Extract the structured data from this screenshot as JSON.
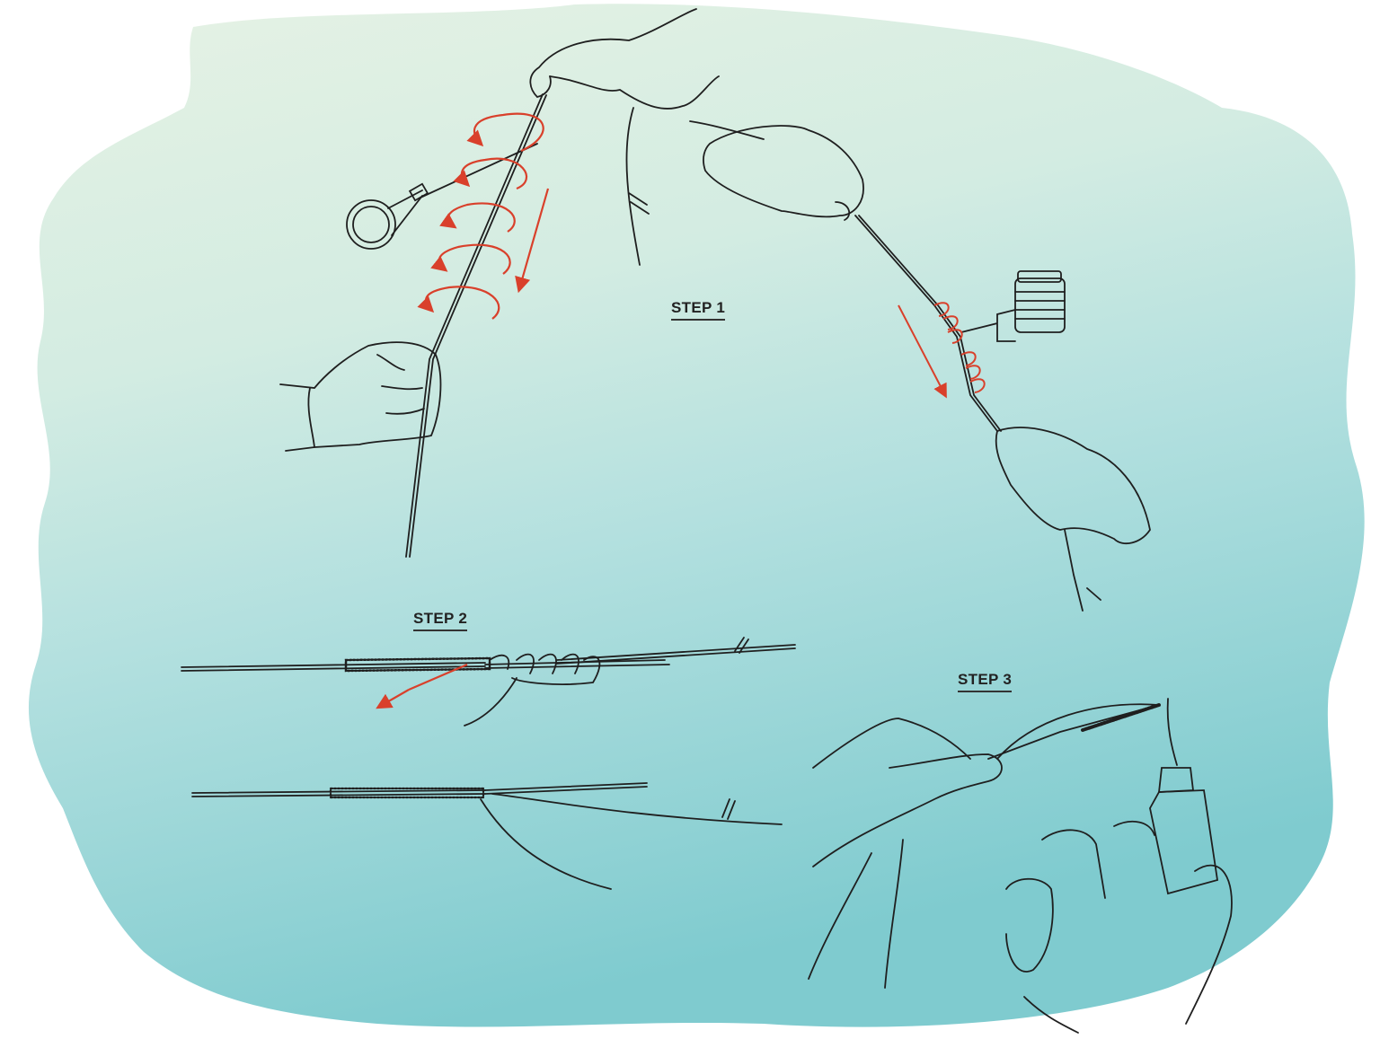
{
  "diagram": {
    "subject": "Line splicing / wrapping knot instructions",
    "background": {
      "type": "watercolor-wash",
      "colors": {
        "top": "#e2f0e0",
        "middle": "#bfe5e2",
        "bottom": "#7fcdd0",
        "page": "#ffffff"
      }
    },
    "colors": {
      "line_ink": "#1f1f1f",
      "arrow_red": "#d9402b",
      "label_text": "#222222"
    },
    "steps": [
      {
        "label": "STEP 1",
        "panels": [
          {
            "name": "hands-wrapping-line-around-rod-guide",
            "detail": "red circular arrows show wrapping around the line, downward arrow shows direction"
          },
          {
            "name": "hands-wrapping-with-bobbin",
            "detail": "bobbin holder wraps thread, red circular arrows and downward arrow"
          }
        ]
      },
      {
        "label": "STEP 2",
        "panels": [
          {
            "name": "loose-wraps-tag-end",
            "detail": "loose loops over wrapped section, red arrow pulling tag end left-down"
          },
          {
            "name": "tightened-knot",
            "detail": "finished wrapped splice with tag ends"
          }
        ]
      },
      {
        "label": "STEP 3",
        "panels": [
          {
            "name": "hands-melting-end-with-lighter",
            "detail": "one hand holds wrapped line, other hand holds torch lighter with flame"
          }
        ]
      }
    ]
  }
}
